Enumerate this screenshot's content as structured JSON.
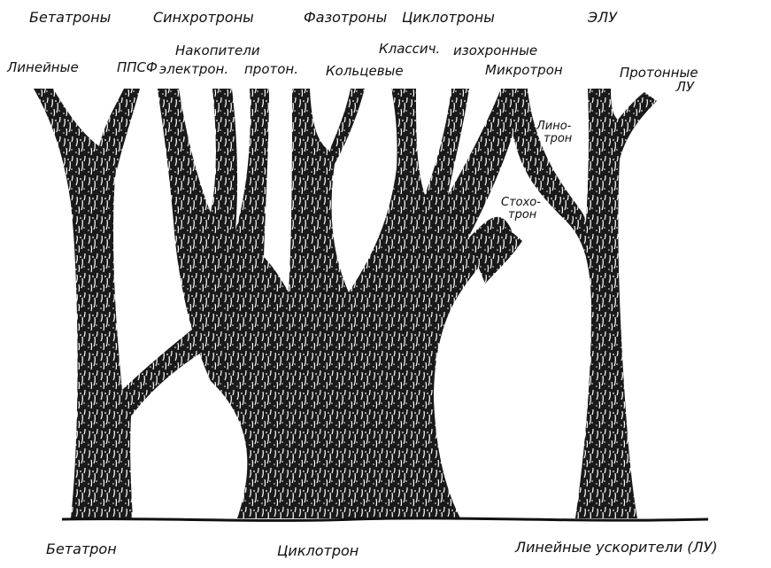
{
  "labels": {
    "top_families": {
      "betatrons": "Бетатроны",
      "synchrotrons": "Синхротроны",
      "phasotrons": "Фазотроны",
      "cyclotrons": "Циклотроны",
      "elu": "ЭЛУ"
    },
    "branches": {
      "linear": "Линейные",
      "ppsf": "ППСФ",
      "storage_rings": "Накопители",
      "electron": "электрон.",
      "proton": "протон.",
      "ring": "Кольцевые",
      "classic": "Классич.",
      "isochronous": "изохронные",
      "microtron": "Микротрон",
      "proton_lu_line1": "Протонные",
      "proton_lu_line2": "ЛУ",
      "linotron_line1": "Лино-",
      "linotron_line2": "трон",
      "stochatron_line1": "Стохо-",
      "stochatron_line2": "трон"
    },
    "roots": {
      "betatron": "Бетатрон",
      "cyclotron": "Циклотрон",
      "linear_accelerators": "Линейные ускорители (ЛУ)"
    }
  },
  "colors": {
    "bark_fill": "#1a1a1a",
    "bark_texture": "#ffffff",
    "ground": "#111111"
  }
}
